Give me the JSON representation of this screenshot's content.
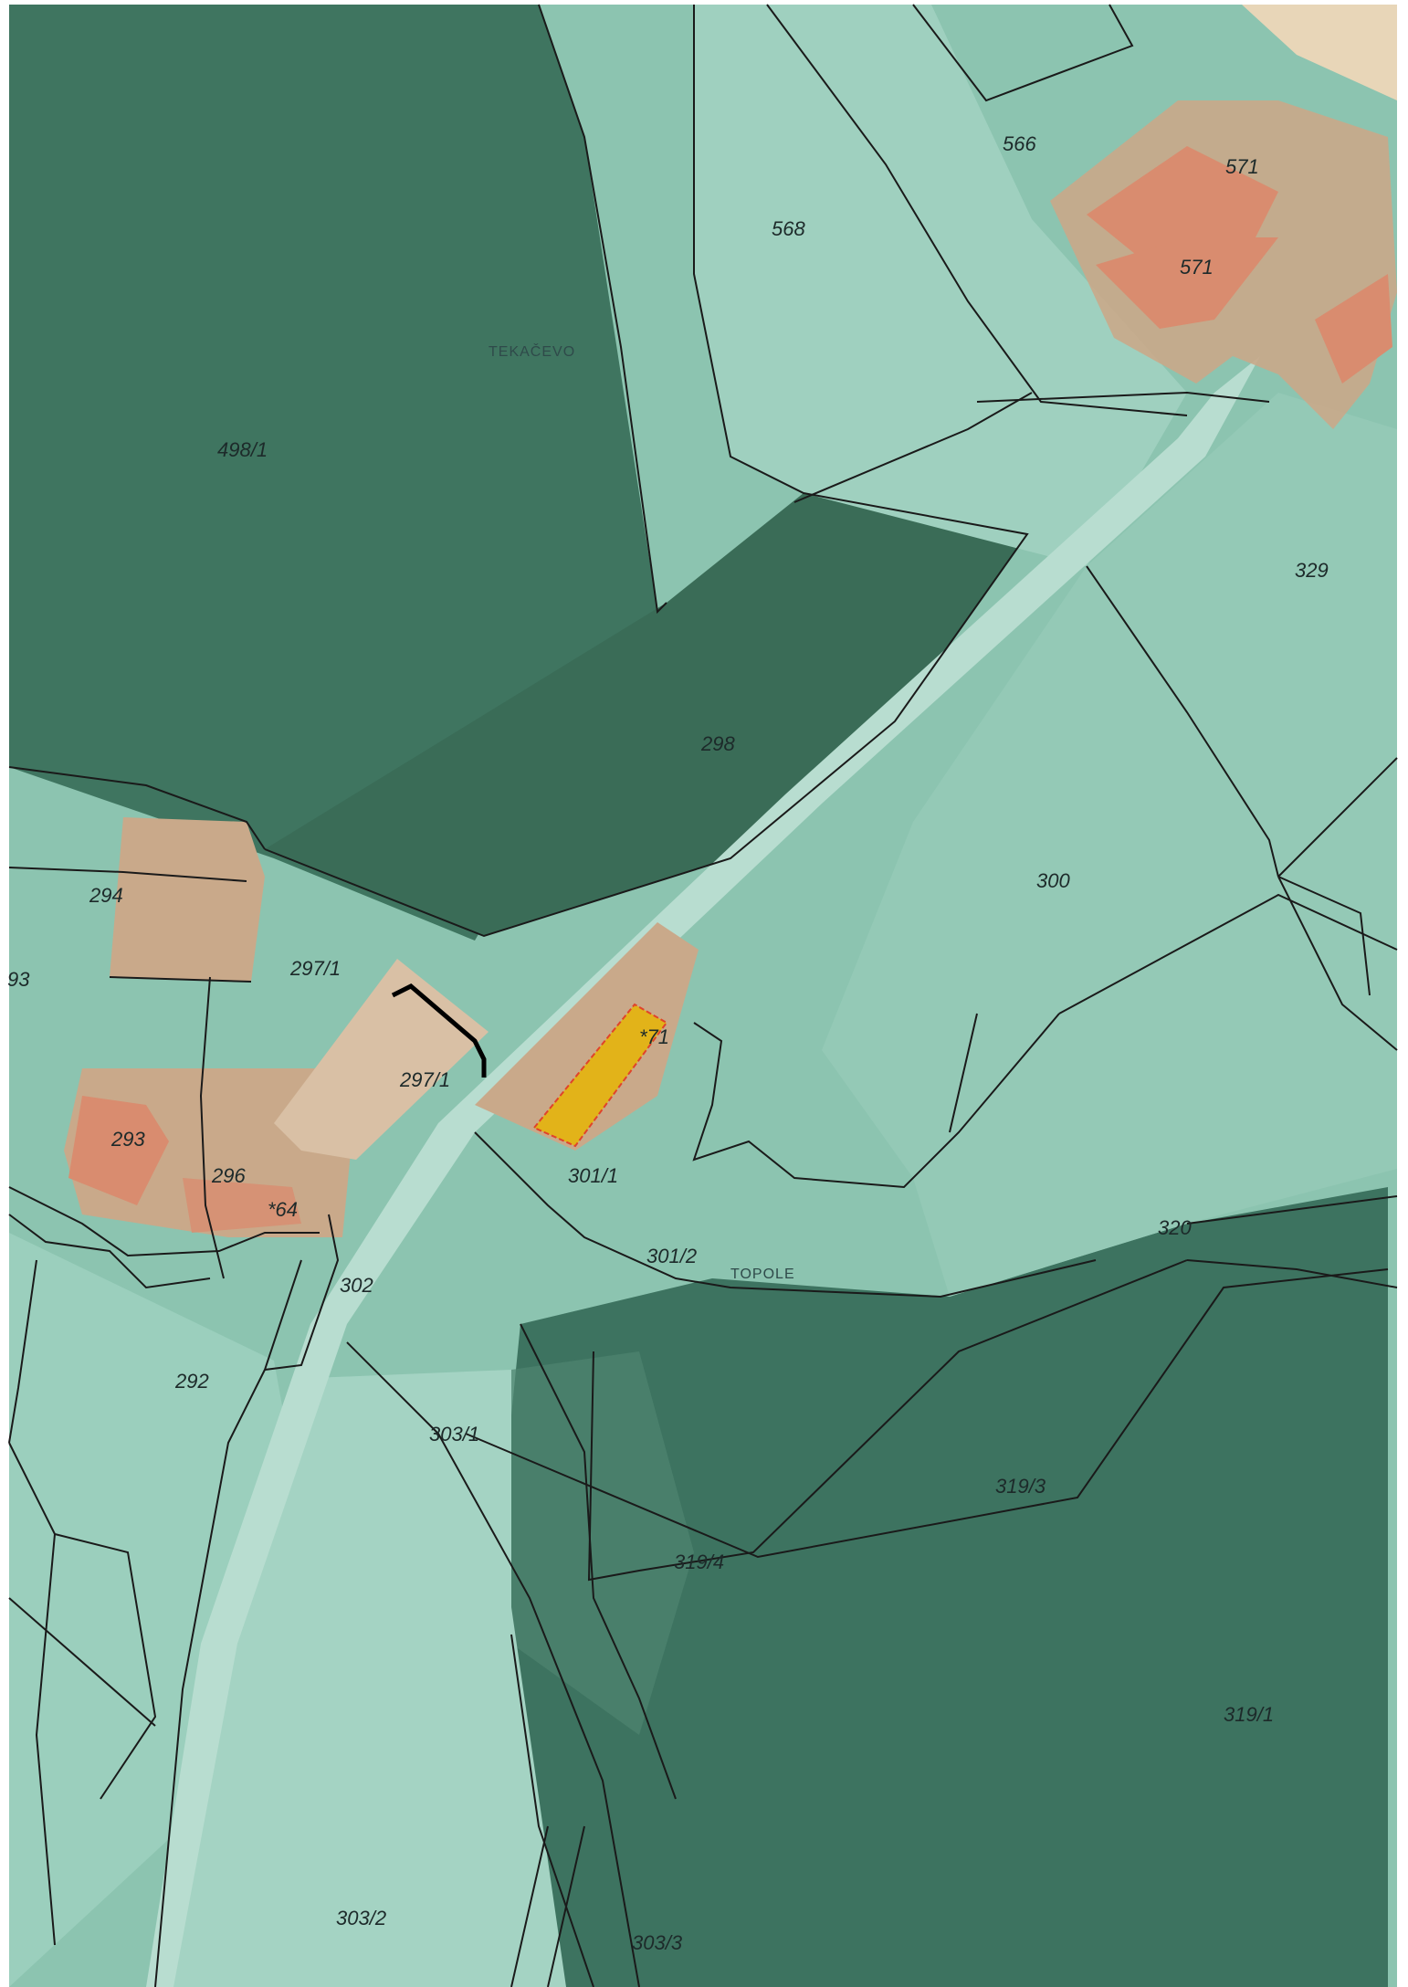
{
  "map": {
    "place_names": {
      "tekacevo": "TEKAČEVO",
      "topole": "TOPOLE"
    },
    "parcels": {
      "p566": "566",
      "p568": "568",
      "p571a": "571",
      "p571b": "571",
      "p498_1": "498/1",
      "p329": "329",
      "p298": "298",
      "p300": "300",
      "p294": "294",
      "p293_edge": "93",
      "p297_1a": "297/1",
      "p297_1b": "297/1",
      "p293": "293",
      "p296": "296",
      "p64": "*64",
      "p71": "*71",
      "p301_1": "301/1",
      "p301_2": "301/2",
      "p320": "320",
      "p302": "302",
      "p292": "292",
      "p303_1": "303/1",
      "p319_3": "319/3",
      "p319_4": "319/4",
      "p319_1": "319/1",
      "p303_2": "303/2",
      "p303_3": "303/3"
    },
    "colors": {
      "forest": "#3f7560",
      "forest_dark": "#2c5e4a",
      "meadow": "#8cc4b0",
      "meadow_light": "#a6d4c4",
      "building_plot": "#c9a98a",
      "building_roof": "#d98c6f",
      "highlight": "#e2b319",
      "road": "#b8ddd0",
      "boundary": "#1a1a1a"
    }
  }
}
